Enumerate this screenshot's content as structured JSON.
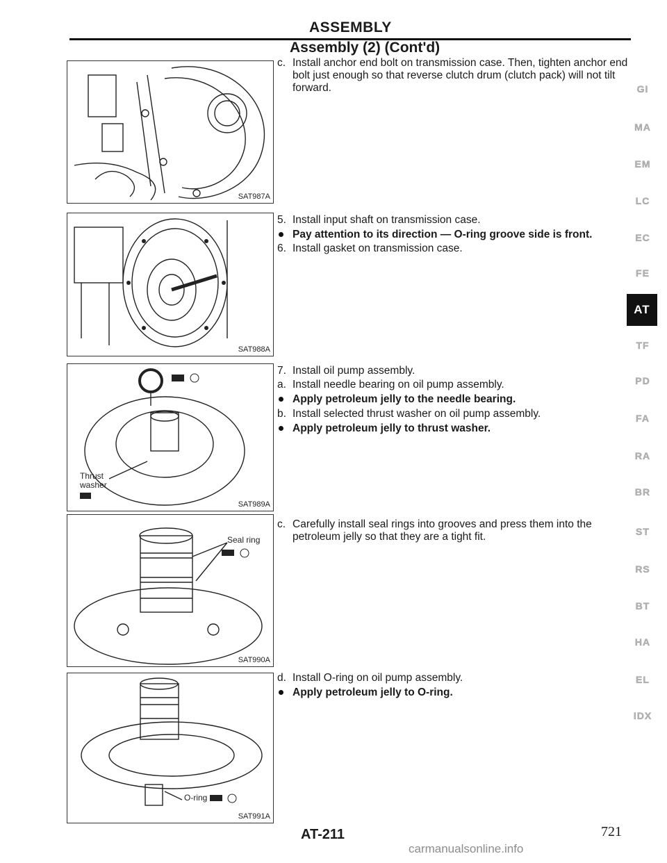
{
  "header": {
    "section_title": "ASSEMBLY",
    "subtitle": "Assembly (2) (Cont'd)"
  },
  "figures": [
    {
      "code": "SAT987A",
      "labels": []
    },
    {
      "code": "SAT988A",
      "labels": []
    },
    {
      "code": "SAT989A",
      "labels": [
        "Thrust",
        "washer"
      ]
    },
    {
      "code": "SAT990A",
      "labels": [
        "Seal ring"
      ]
    },
    {
      "code": "SAT991A",
      "labels": [
        "O-ring"
      ]
    }
  ],
  "steps": [
    {
      "marker": "c.",
      "text": "Install anchor end bolt on transmission case. Then, tighten anchor end bolt just enough so that reverse clutch drum (clutch pack) will not tilt forward.",
      "bold": false
    },
    {
      "marker": "5.",
      "text": "Install input shaft on transmission case.",
      "bold": false
    },
    {
      "marker": "bullet",
      "text": "Pay attention to its direction — O-ring groove side is front.",
      "bold": true
    },
    {
      "marker": "6.",
      "text": "Install gasket on transmission case.",
      "bold": false
    },
    {
      "marker": "7.",
      "text": "Install oil pump assembly.",
      "bold": false
    },
    {
      "marker": "a.",
      "text": "Install needle bearing on oil pump assembly.",
      "bold": false
    },
    {
      "marker": "bullet",
      "text": "Apply petroleum jelly to the needle bearing.",
      "bold": true
    },
    {
      "marker": "b.",
      "text": "Install selected thrust washer on oil pump assembly.",
      "bold": false
    },
    {
      "marker": "bullet",
      "text": "Apply petroleum jelly to thrust washer.",
      "bold": true
    },
    {
      "marker": "c.",
      "text": "Carefully install seal rings into grooves and press them into the petroleum jelly so that they are a tight fit.",
      "bold": false
    },
    {
      "marker": "d.",
      "text": "Install O-ring on oil pump assembly.",
      "bold": false
    },
    {
      "marker": "bullet",
      "text": "Apply petroleum jelly to O-ring.",
      "bold": true
    }
  ],
  "side_tabs": [
    "GI",
    "MA",
    "EM",
    "LC",
    "EC",
    "FE",
    "AT",
    "TF",
    "PD",
    "FA",
    "RA",
    "BR",
    "ST",
    "RS",
    "BT",
    "HA",
    "EL",
    "IDX"
  ],
  "active_tab": "AT",
  "footer": {
    "page_code": "AT-211",
    "page_number": "721",
    "watermark": "carmanualsonline.info"
  }
}
